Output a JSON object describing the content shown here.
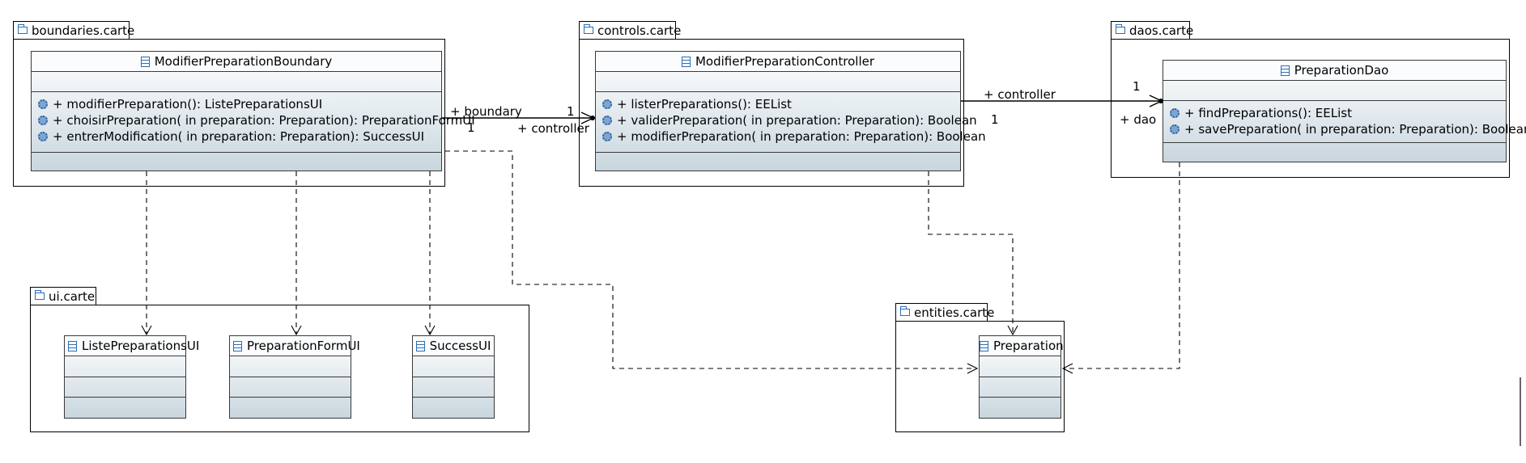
{
  "packages": {
    "boundaries": {
      "name": "boundaries.carte"
    },
    "controls": {
      "name": "controls.carte"
    },
    "daos": {
      "name": "daos.carte"
    },
    "ui": {
      "name": "ui.carte"
    },
    "entities": {
      "name": "entities.carte"
    }
  },
  "classes": {
    "boundary": {
      "name": "ModifierPreparationBoundary",
      "operations": [
        "+ modifierPreparation(): ListePreparationsUI",
        "+ choisirPreparation(  in preparation: Preparation): PreparationFormUI",
        "+ entrerModification(  in preparation: Preparation): SuccessUI"
      ]
    },
    "controller": {
      "name": "ModifierPreparationController",
      "operations": [
        "+ listerPreparations(): EEList",
        "+ validerPreparation(  in preparation: Preparation): Boolean",
        "+ modifierPreparation(  in preparation: Preparation): Boolean"
      ]
    },
    "dao": {
      "name": "PreparationDao",
      "operations": [
        "+ findPreparations(): EEList",
        "+ savePreparation(  in preparation: Preparation): Boolean"
      ]
    },
    "liste_ui": {
      "name": "ListePreparationsUI"
    },
    "form_ui": {
      "name": "PreparationFormUI"
    },
    "success_ui": {
      "name": "SuccessUI"
    },
    "preparation": {
      "name": "Preparation"
    }
  },
  "associations": {
    "boundary_controller": {
      "role_source": "+ boundary",
      "mult_source": "1",
      "role_target": "+ controller",
      "mult_target": "1"
    },
    "controller_dao": {
      "role_source": "+ controller",
      "mult_source": "1",
      "role_target": "+ dao",
      "mult_target": "1"
    }
  }
}
